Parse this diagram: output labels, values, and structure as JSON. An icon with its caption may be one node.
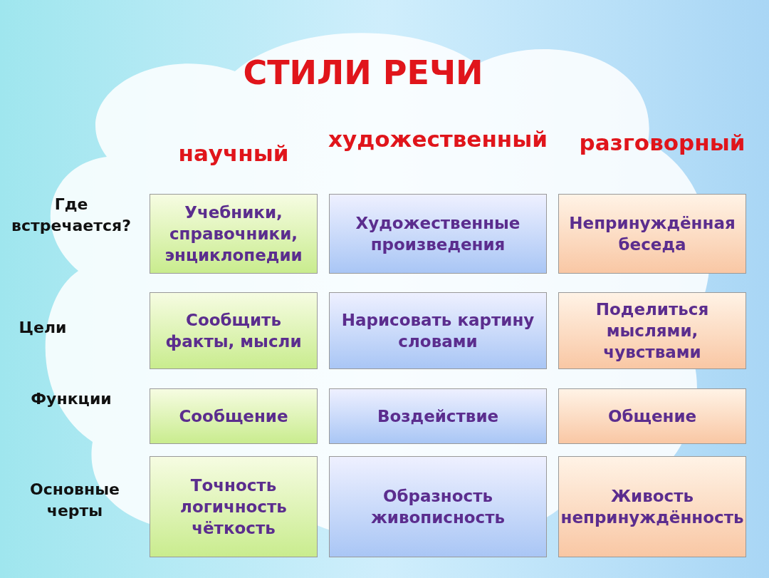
{
  "diagram": {
    "title": "СТИЛИ РЕЧИ",
    "nodes": [
      {
        "text": [
          "Учебники, справочники, энциклопедии"
        ]
      },
      {
        "text": [
          "Художественные произведения"
        ]
      },
      {
        "text": [
          "Непринуждённая беседа"
        ]
      },
      {
        "text": [
          "Сообщить факты, мысли"
        ]
      },
      {
        "text": [
          "Нарисовать картину словами"
        ]
      },
      {
        "text": [
          "Поделиться мыслями, чувствами"
        ]
      },
      {
        "text": [
          "Сообщение"
        ]
      },
      {
        "text": [
          "Воздействие"
        ]
      },
      {
        "text": [
          "Общение"
        ]
      },
      {
        "text": [
          "Точность логичность чёткость"
        ]
      },
      {
        "text": [
          "Образность живописность"
        ]
      },
      {
        "text": [
          "Живость непринуждённость"
        ]
      }
    ],
    "labels": [
      "научный",
      "художественный",
      "разговорный",
      "Где встречается?",
      "Цели",
      "Функции",
      "Основные черты"
    ]
  }
}
